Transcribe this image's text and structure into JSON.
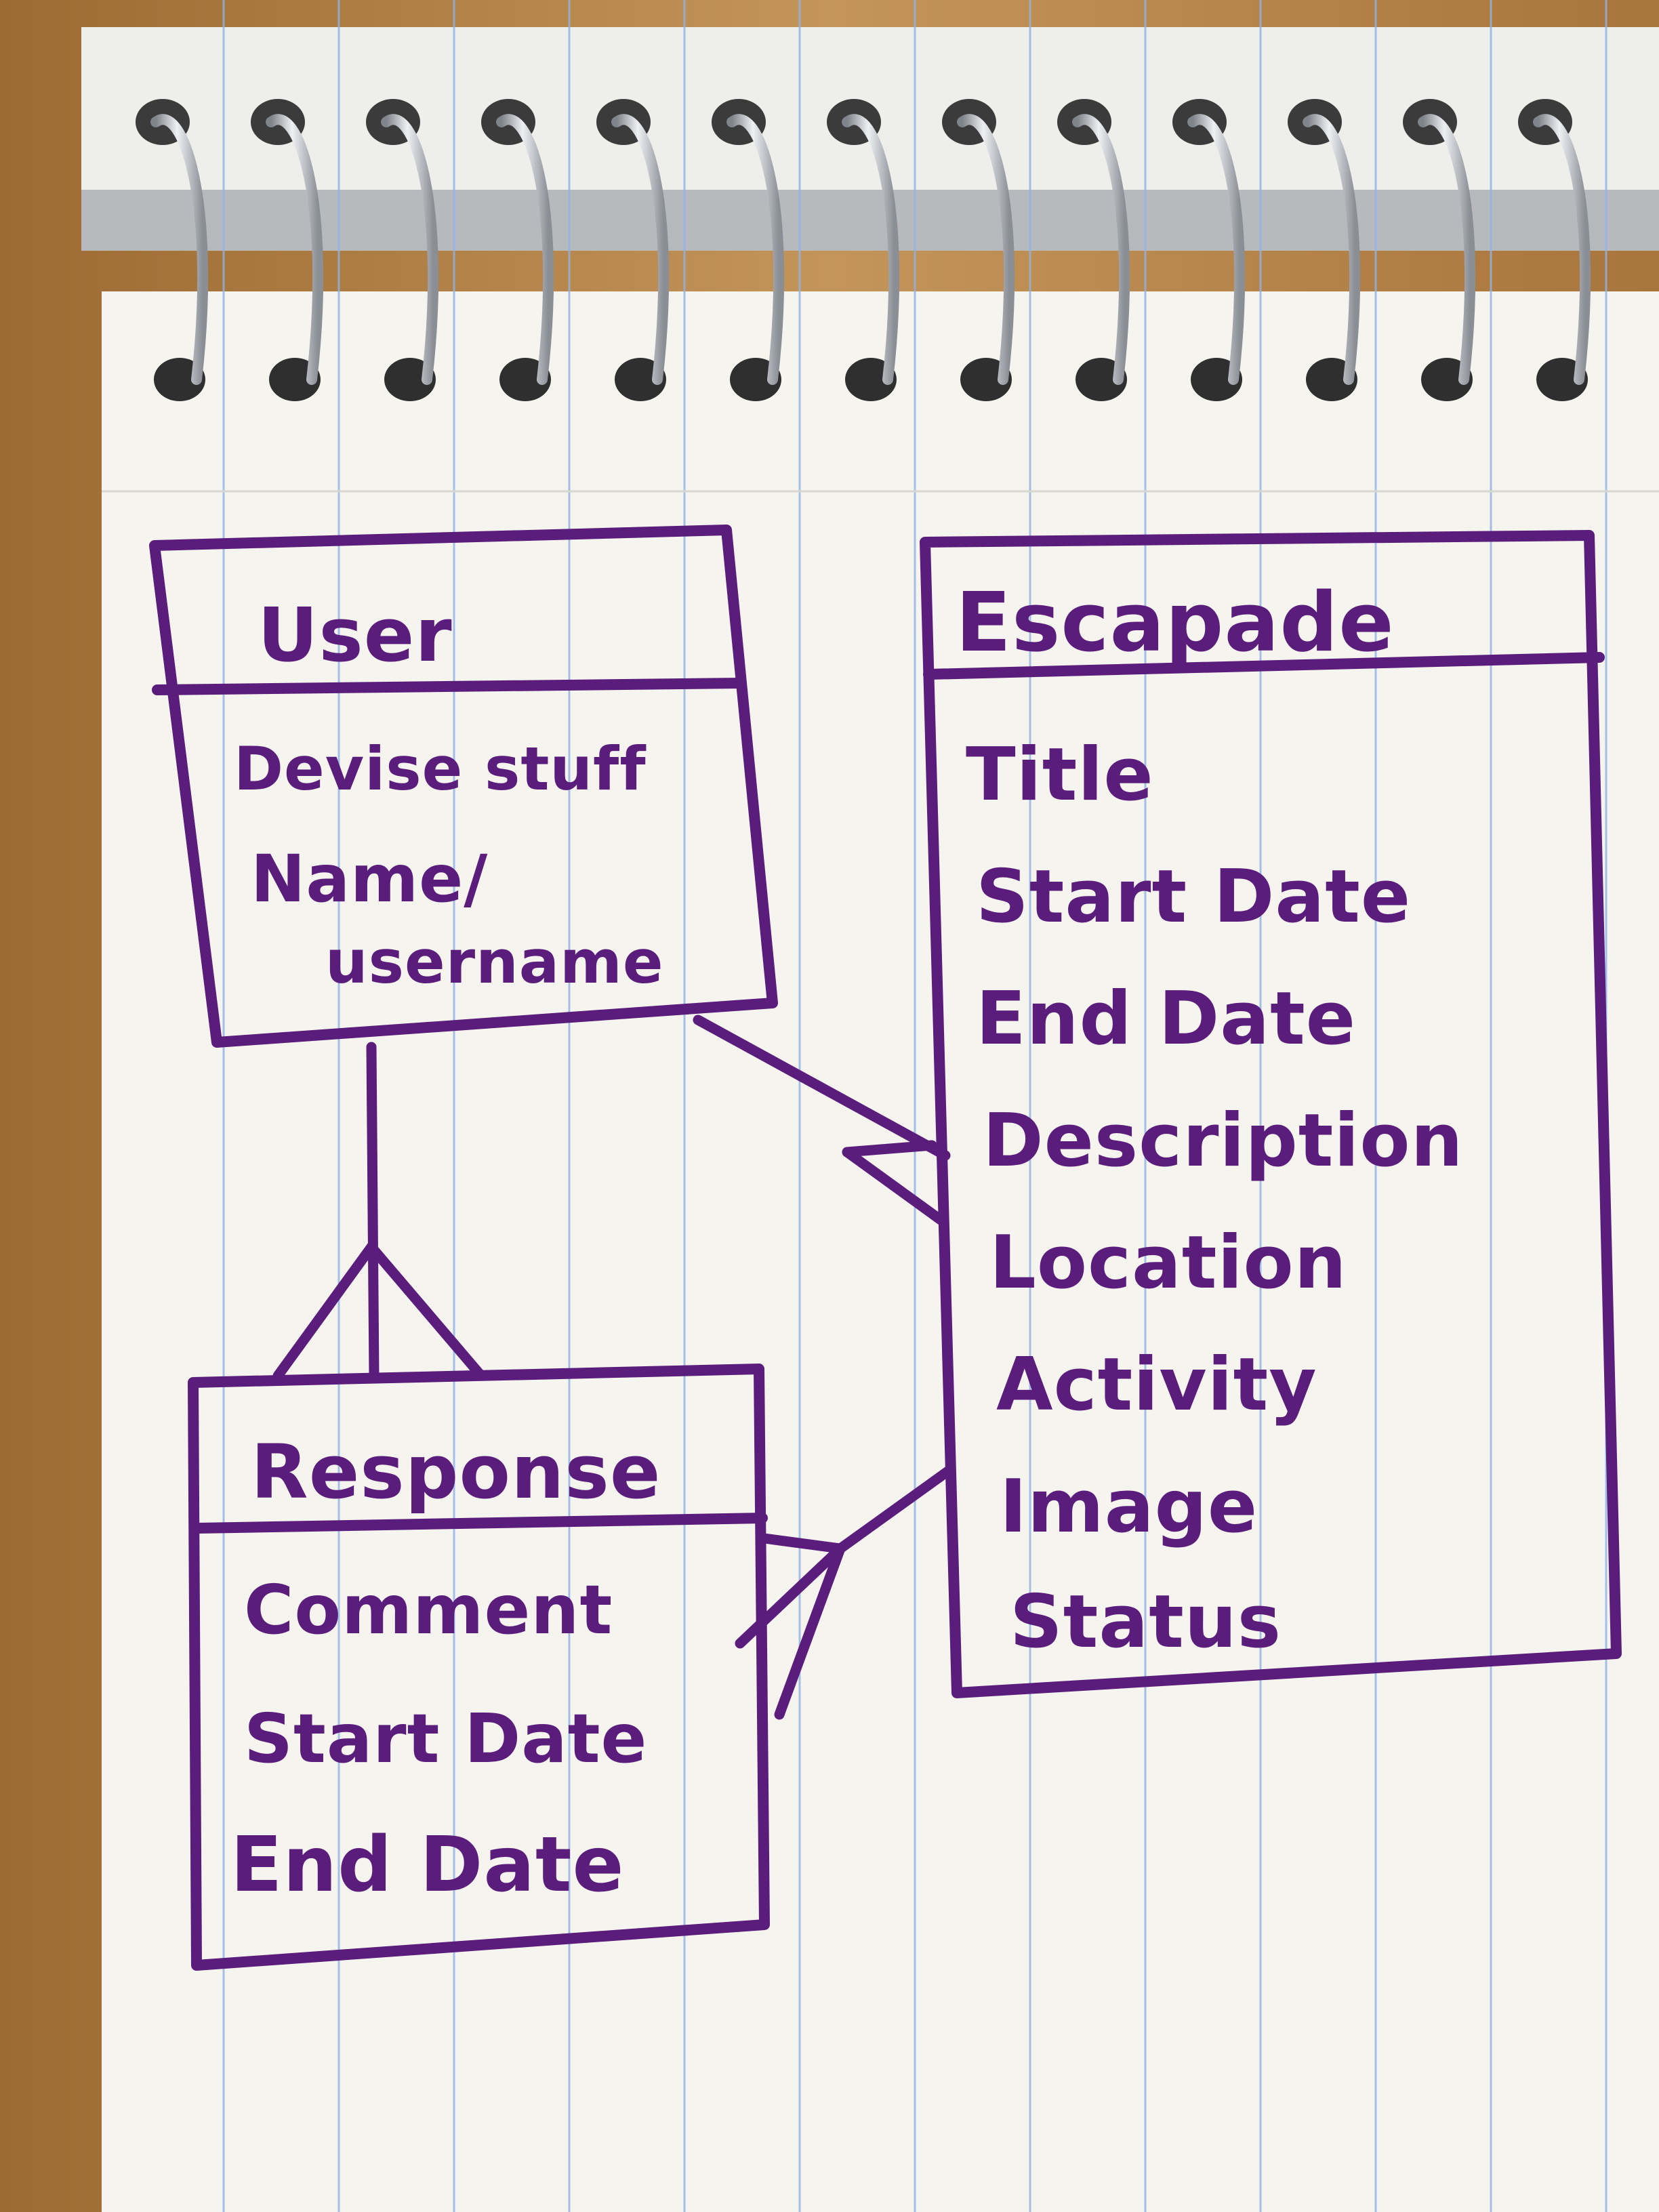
{
  "diagram": {
    "colors": {
      "ink": "#5a1d7c",
      "paper": "#f6f4ee",
      "rule_line": "#8fb3e6",
      "margin_line": "#d9a0a8",
      "desk": "#b98a4e",
      "ring": "#c9ccd2"
    },
    "entities": {
      "user": {
        "title": "User",
        "attributes": [
          "Devise stuff",
          "Name/",
          "username"
        ]
      },
      "escapade": {
        "title": "Escapade",
        "attributes": [
          "Title",
          "Start Date",
          "End Date",
          "Description",
          "Location",
          "Activity",
          "Image",
          "Status"
        ]
      },
      "response": {
        "title": "Response",
        "attributes": [
          "Comment",
          "Start Date",
          "End Date"
        ]
      }
    },
    "relationships": [
      {
        "from": "User",
        "to": "Response",
        "cardinality": "one-to-many"
      },
      {
        "from": "User",
        "to": "Escapade",
        "cardinality": "one-to-many"
      },
      {
        "from": "Escapade",
        "to": "Response",
        "cardinality": "one-to-many"
      }
    ]
  }
}
